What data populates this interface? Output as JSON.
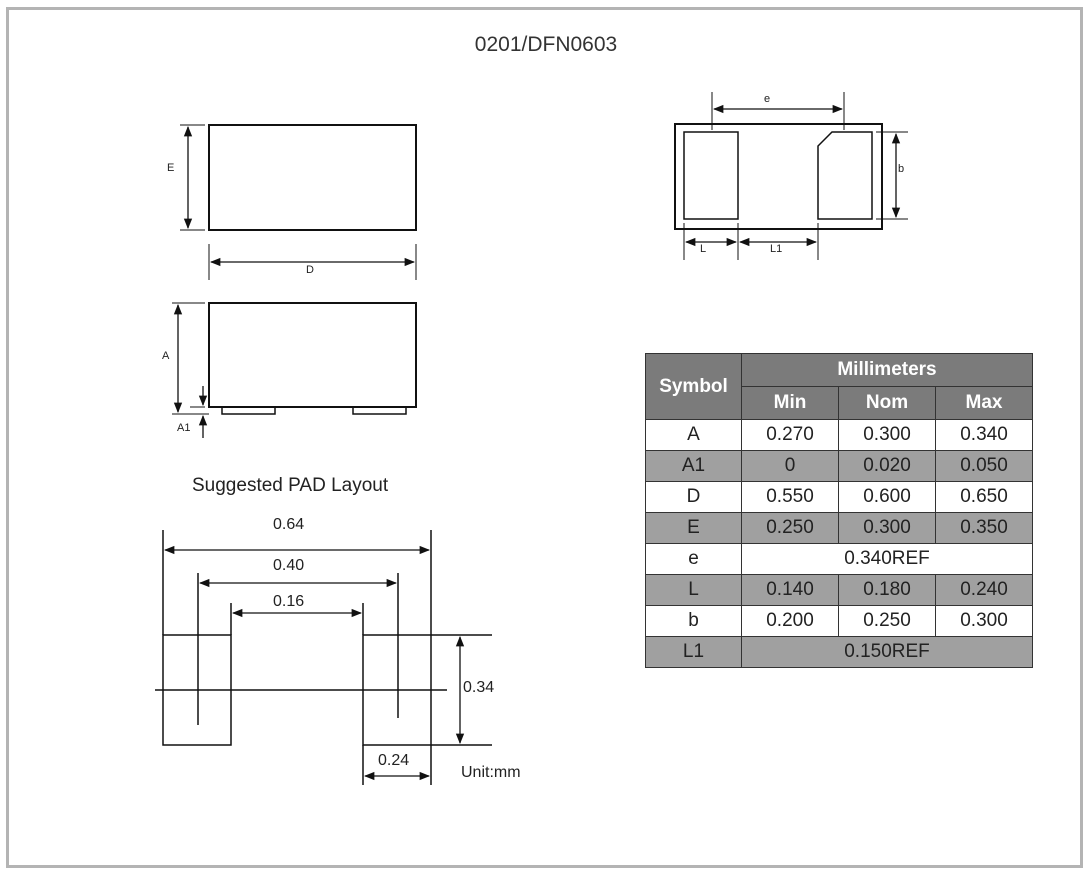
{
  "title": "0201/DFN0603",
  "views": {
    "top_labels": {
      "E": "E",
      "D": "D"
    },
    "side_labels": {
      "A": "A",
      "A1": "A1"
    },
    "bottom_labels": {
      "e": "e",
      "b": "b",
      "L": "L",
      "L1": "L1"
    }
  },
  "pad_layout": {
    "title": "Suggested PAD Layout",
    "dims": {
      "overall": "0.64",
      "outer": "0.40",
      "gap": "0.16",
      "height": "0.34",
      "pad_width": "0.24"
    },
    "unit": "Unit:mm"
  },
  "table": {
    "symbol_header": "Symbol",
    "group_header": "Millimeters",
    "columns": [
      "Min",
      "Nom",
      "Max"
    ],
    "rows": [
      {
        "symbol": "A",
        "min": "0.270",
        "nom": "0.300",
        "max": "0.340",
        "shaded": false
      },
      {
        "symbol": "A1",
        "min": "0",
        "nom": "0.020",
        "max": "0.050",
        "shaded": true
      },
      {
        "symbol": "D",
        "min": "0.550",
        "nom": "0.600",
        "max": "0.650",
        "shaded": false
      },
      {
        "symbol": "E",
        "min": "0.250",
        "nom": "0.300",
        "max": "0.350",
        "shaded": true
      },
      {
        "symbol": "e",
        "ref": "0.340REF",
        "shaded": false
      },
      {
        "symbol": "L",
        "min": "0.140",
        "nom": "0.180",
        "max": "0.240",
        "shaded": true
      },
      {
        "symbol": "b",
        "min": "0.200",
        "nom": "0.250",
        "max": "0.300",
        "shaded": false
      },
      {
        "symbol": "L1",
        "ref": "0.150REF",
        "shaded": true
      }
    ]
  }
}
